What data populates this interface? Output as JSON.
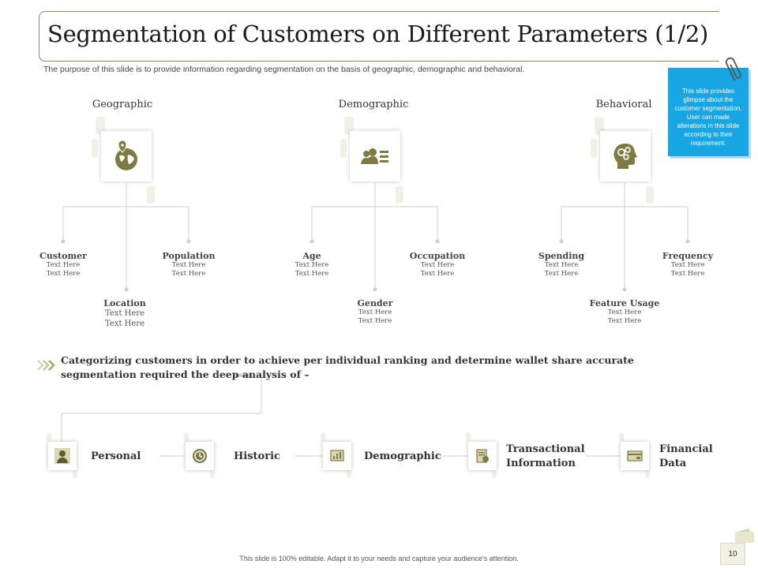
{
  "header": {
    "title": "Segmentation of Customers on Different Parameters (1/2)",
    "subtitle": "The purpose of this slide is to provide information regarding segmentation on the basis of geographic, demographic and behavioral."
  },
  "note": {
    "text": "This slide provides glimpse about the customer segmentation. User can made alterations in this slide according to their requirement."
  },
  "categories": [
    {
      "title": "Geographic",
      "icon": "globe-location-icon",
      "leaves": [
        {
          "name": "Customer",
          "text1": "Text Here",
          "text2": "Text Here"
        },
        {
          "name": "Location",
          "text1": "Text Here",
          "text2": "Text Here"
        },
        {
          "name": "Population",
          "text1": "Text Here",
          "text2": "Text Here"
        }
      ]
    },
    {
      "title": "Demographic",
      "icon": "people-list-icon",
      "leaves": [
        {
          "name": "Age",
          "text1": "Text Here",
          "text2": "Text Here"
        },
        {
          "name": "Gender",
          "text1": "Text Here",
          "text2": "Text Here"
        },
        {
          "name": "Occupation",
          "text1": "Text Here",
          "text2": "Text Here"
        }
      ]
    },
    {
      "title": "Behavioral",
      "icon": "head-gears-icon",
      "leaves": [
        {
          "name": "Spending",
          "text1": "Text Here",
          "text2": "Text Here"
        },
        {
          "name": "Feature Usage",
          "text1": "Text Here",
          "text2": "Text Here"
        },
        {
          "name": "Frequency",
          "text1": "Text Here",
          "text2": "Text Here"
        }
      ]
    }
  ],
  "analysis": {
    "text": "Categorizing customers in order to achieve per individual ranking and determine wallet share accurate segmentation required the deep analysis of –"
  },
  "bottom_items": [
    {
      "line1": "Personal",
      "line2": "",
      "icon": "person-icon"
    },
    {
      "line1": "Historic",
      "line2": "",
      "icon": "clock-icon"
    },
    {
      "line1": "Demographic",
      "line2": "",
      "icon": "chart-board-icon"
    },
    {
      "line1": "Transactional",
      "line2": "Information",
      "icon": "document-money-icon"
    },
    {
      "line1": "Financial",
      "line2": "Data",
      "icon": "money-card-icon"
    }
  ],
  "footer": {
    "text": "This slide is 100% editable. Adapt it to your needs and capture your audience's attention.",
    "page_number": "10"
  },
  "colors": {
    "accent": "#7d7a44",
    "note_blue": "#17a5e4",
    "line_gray": "#cccccc"
  }
}
